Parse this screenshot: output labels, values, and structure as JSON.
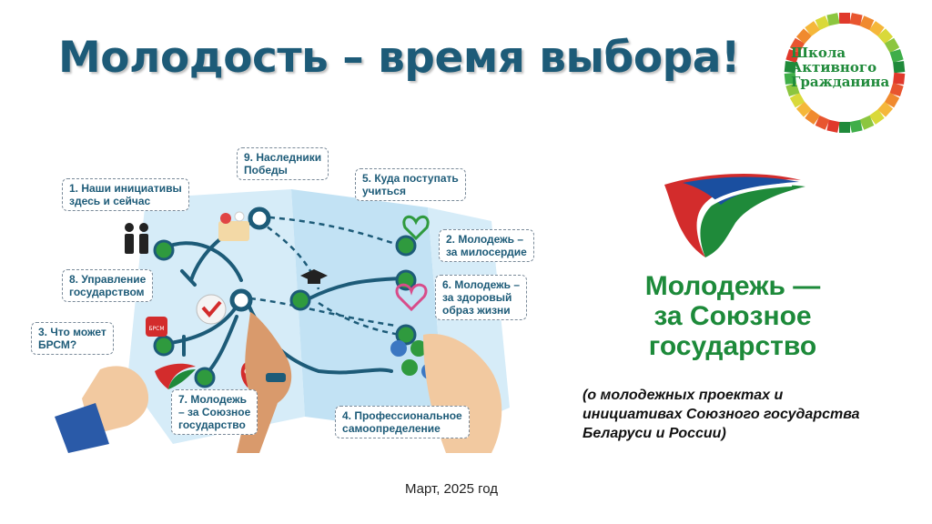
{
  "slide": {
    "title": "Молодость – время выбора!",
    "school_logo": {
      "line1": "Школа",
      "line2": "Активного",
      "line3": "Гражданина"
    },
    "union": {
      "line1": "Молодежь —",
      "line2": "за Союзное",
      "line3": "государство"
    },
    "subtitle": {
      "line1": "(о молодежных проектах и",
      "line2": "инициативах Союзного государства",
      "line3": "Беларуси и России)"
    },
    "date": "Март, 2025 год"
  },
  "map_labels": {
    "l1": {
      "a": "1. Наши инициативы",
      "b": "здесь и сейчас"
    },
    "l2": {
      "a": "2. Молодежь –",
      "b": "за милосердие"
    },
    "l3": {
      "a": "3. Что может",
      "b": "БРСМ?"
    },
    "l4": {
      "a": "4. Профессиональное",
      "b": "самоопределение"
    },
    "l5": {
      "a": "5. Куда поступать",
      "b": "учиться"
    },
    "l6": {
      "a": "6. Молодежь –",
      "b": "за здоровый",
      "c": "образ жизни"
    },
    "l7": {
      "a": "7. Молодежь",
      "b": "– за Союзное",
      "c": "государство"
    },
    "l8": {
      "a": "8. Управление",
      "b": "государством"
    },
    "l9": {
      "a": "9. Наследники",
      "b": "Победы"
    }
  },
  "icons": {
    "brsm_badge_text": "БРСМ"
  },
  "colors": {
    "title": "#1d5b78",
    "green": "#1d8a3a",
    "map_blue": "#cfe8f6",
    "node_green": "#2f9a3e",
    "node_blue": "#1d5b78"
  }
}
